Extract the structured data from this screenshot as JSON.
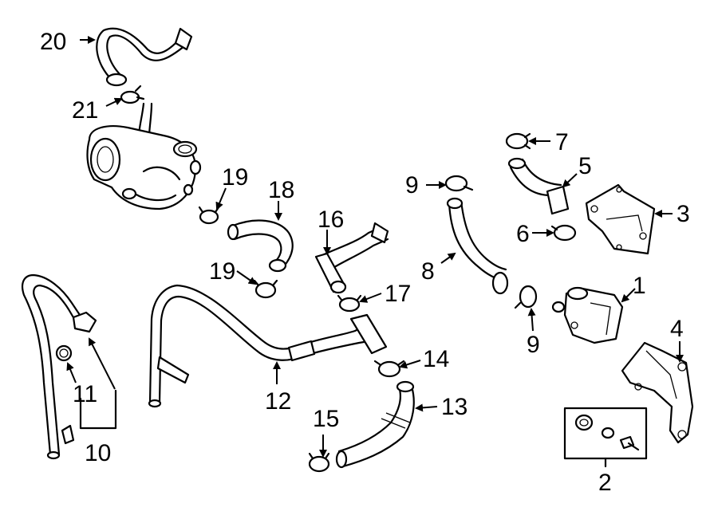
{
  "callouts": {
    "c1": "1",
    "c2": "2",
    "c3": "3",
    "c4": "4",
    "c5": "5",
    "c6": "6",
    "c7": "7",
    "c8": "8",
    "c9a": "9",
    "c9b": "9",
    "c10": "10",
    "c11": "11",
    "c12": "12",
    "c13": "13",
    "c14": "14",
    "c15": "15",
    "c16": "16",
    "c17": "17",
    "c18": "18",
    "c19a": "19",
    "c19b": "19",
    "c20": "20",
    "c21": "21"
  },
  "colors": {
    "line": "#000000",
    "background": "#ffffff"
  }
}
